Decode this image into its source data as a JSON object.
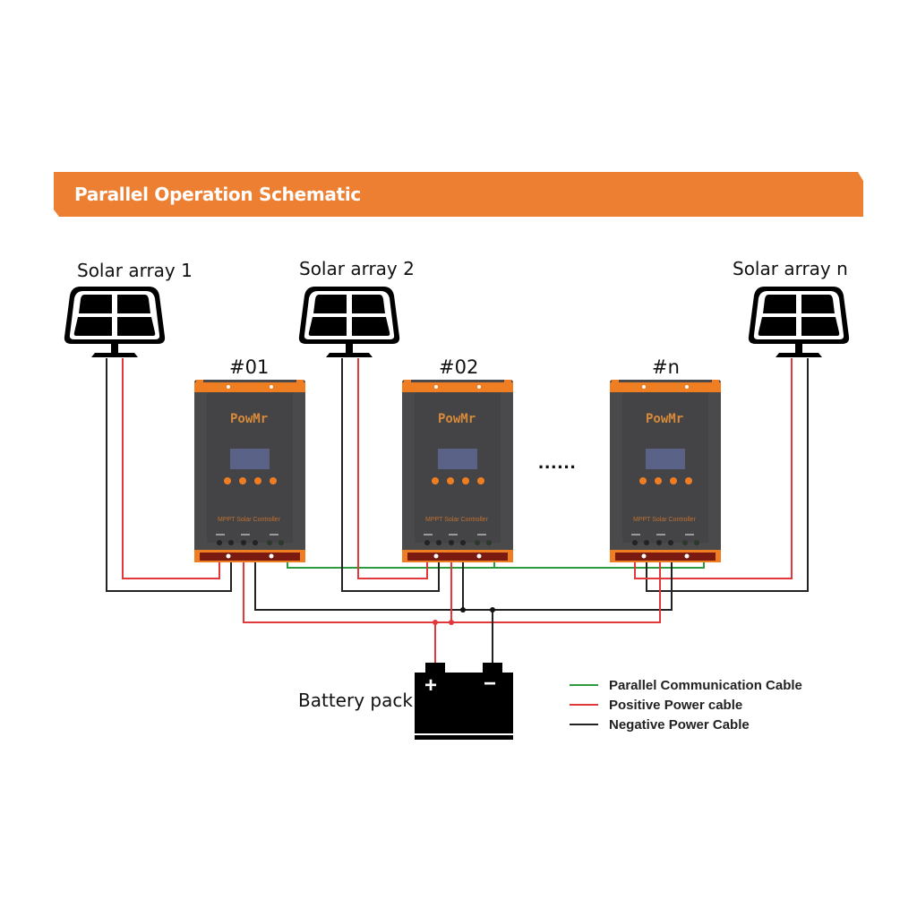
{
  "banner": {
    "title": "Parallel Operation Schematic",
    "color": "#ec7f32"
  },
  "solar_arrays": [
    {
      "label": "Solar array 1"
    },
    {
      "label": "Solar array 2"
    },
    {
      "label": "Solar array n"
    }
  ],
  "controllers": [
    {
      "label": "#01",
      "brand": "PowMr",
      "model_text": "MPPT Solar Controller"
    },
    {
      "label": "#02",
      "brand": "PowMr",
      "model_text": "MPPT Solar Controller"
    },
    {
      "label": "#n",
      "brand": "PowMr",
      "model_text": "MPPT Solar Controller"
    }
  ],
  "ellipsis": "......",
  "battery": {
    "label": "Battery pack",
    "positive_symbol": "+",
    "negative_symbol": "−"
  },
  "legend": [
    {
      "label": "Parallel Communication Cable",
      "color": "#2e9b3e"
    },
    {
      "label": "Positive Power cable",
      "color": "#e0383b"
    },
    {
      "label": "Negative Power Cable",
      "color": "#222222"
    }
  ],
  "colors": {
    "controller_body": "#4a4a4c",
    "controller_trim": "#ef7d22",
    "controller_base": "#7a1a10",
    "screen": "#5a6288"
  }
}
